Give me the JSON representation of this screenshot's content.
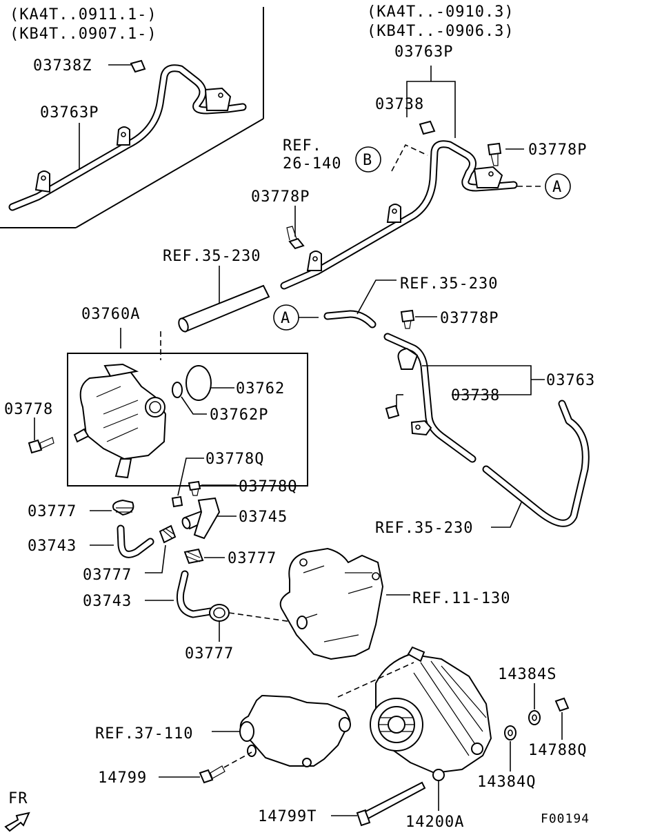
{
  "texts": {
    "variant_ka_old": "(KA4T..0911.1-)",
    "variant_kb_old": "(KB4T..0907.1-)",
    "variant_ka_new": "(KA4T..-0910.3)",
    "variant_kb_new": "(KB4T..-0906.3)",
    "p03738z": "03738Z",
    "p03763p_left": "03763P",
    "p03763p_top": "03763P",
    "p03738_top": "03738",
    "p03778p_top": "03778P",
    "ref_label": "REF.",
    "ref_26_140": "26-140",
    "callout_b": "B",
    "callout_a_top": "A",
    "p03778p_mid": "03778P",
    "ref_35_230_a": "REF.35-230",
    "ref_35_230_b": "REF.35-230",
    "callout_a_mid": "A",
    "p03778p_right": "03778P",
    "p03760a": "03760A",
    "p03762": "03762",
    "p03762p": "03762P",
    "p03763": "03763",
    "p03738_mid": "03738",
    "p03778": "03778",
    "p03778q_a": "03778Q",
    "p03778q_b": "03778Q",
    "p03745": "03745",
    "p03777_a": "03777",
    "p03743_a": "03743",
    "p03777_b": "03777",
    "p03777_c": "03777",
    "ref_35_230_c": "REF.35-230",
    "p03743_b": "03743",
    "ref_11_130": "REF.11-130",
    "p03777_d": "03777",
    "p14384s": "14384S",
    "ref_37_110": "REF.37-110",
    "p14788q": "14788Q",
    "p14799": "14799",
    "p14384q": "14384Q",
    "fr_label": "FR",
    "p14799t": "14799T",
    "p14200a": "14200A",
    "figure_code": "F00194"
  }
}
